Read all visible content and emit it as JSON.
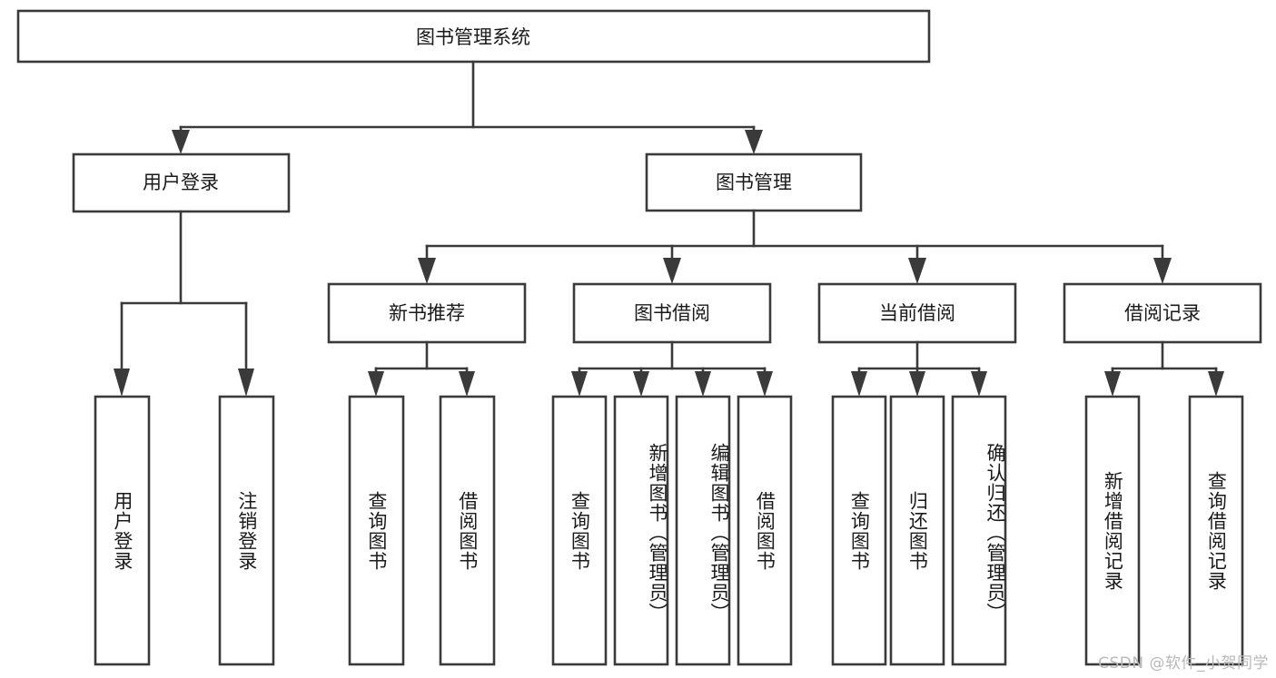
{
  "diagram": {
    "title": "图书管理系统",
    "watermark": "CSDN @软件_小贺同学",
    "colors": {
      "stroke": "#3a3a3a",
      "box_fill": "#ffffff",
      "text": "#1a1a1a",
      "background": "#ffffff",
      "watermark": "#b9b9b9"
    },
    "root": {
      "label": "图书管理系统"
    },
    "level2": [
      {
        "label": "用户登录"
      },
      {
        "label": "图书管理"
      }
    ],
    "level3": [
      {
        "label": "新书推荐"
      },
      {
        "label": "图书借阅"
      },
      {
        "label": "当前借阅"
      },
      {
        "label": "借阅记录"
      }
    ],
    "leaves": {
      "user_login": [
        {
          "label": "用户登录"
        },
        {
          "label": "注销登录"
        }
      ],
      "new_book_recommend": [
        {
          "label": "查询图书"
        },
        {
          "label": "借阅图书"
        }
      ],
      "book_borrow": [
        {
          "label": "查询图书"
        },
        {
          "label": "新增图书（管理员）"
        },
        {
          "label": "编辑图书（管理员）"
        },
        {
          "label": "借阅图书"
        }
      ],
      "current_borrow": [
        {
          "label": "查询图书"
        },
        {
          "label": "归还图书"
        },
        {
          "label": "确认归还（管理员）"
        }
      ],
      "borrow_record": [
        {
          "label": "新增借阅记录"
        },
        {
          "label": "查询借阅记录"
        }
      ]
    }
  }
}
